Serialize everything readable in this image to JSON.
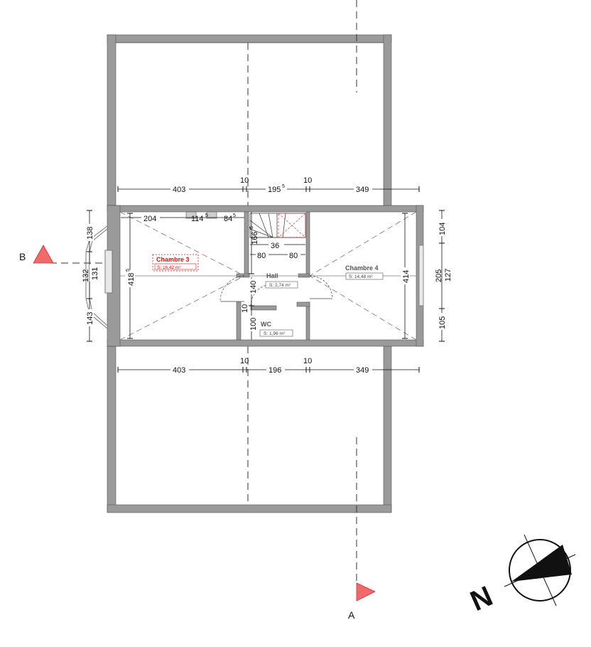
{
  "rooms": {
    "chambre3": {
      "name": "Chambre 3",
      "area": "S:      16,42 m²"
    },
    "hall": {
      "name": "Hall",
      "area": "S: 2,74 m²"
    },
    "chambre4": {
      "name": "Chambre 4",
      "area": "S: 14,48 m²"
    },
    "wc": {
      "name": "WC",
      "area": "S: 1,96 m²"
    }
  },
  "dims": {
    "top_403": "403",
    "top_10a": "10",
    "top_195": "195",
    "top_195_sup": "5",
    "top_10b": "10",
    "top_349": "349",
    "bot_403": "403",
    "bot_10a": "10",
    "bot_196": "196",
    "bot_10b": "10",
    "bot_349": "349",
    "w204": "204",
    "w114": "114",
    "w114_sup": "5",
    "w84": "84",
    "w84_sup": "5",
    "s166": "166",
    "s166_sup": "5",
    "s36": "36",
    "s80a": "80",
    "s80b": "80",
    "v418": "418",
    "v418_sup": "5",
    "v140": "140",
    "v10": "10",
    "v100": "100",
    "left138": "138",
    "left132": "132",
    "left131": "131",
    "left143": "143",
    "v414": "414",
    "right104": "104",
    "right205": "205",
    "right127": "127",
    "right105": "105"
  },
  "sections": {
    "b": "B",
    "a": "A"
  },
  "compass": {
    "north": "N"
  },
  "colors": {
    "wall": "#9a9a9a",
    "accent": "#f06a6a",
    "room_label": "#d11111"
  }
}
